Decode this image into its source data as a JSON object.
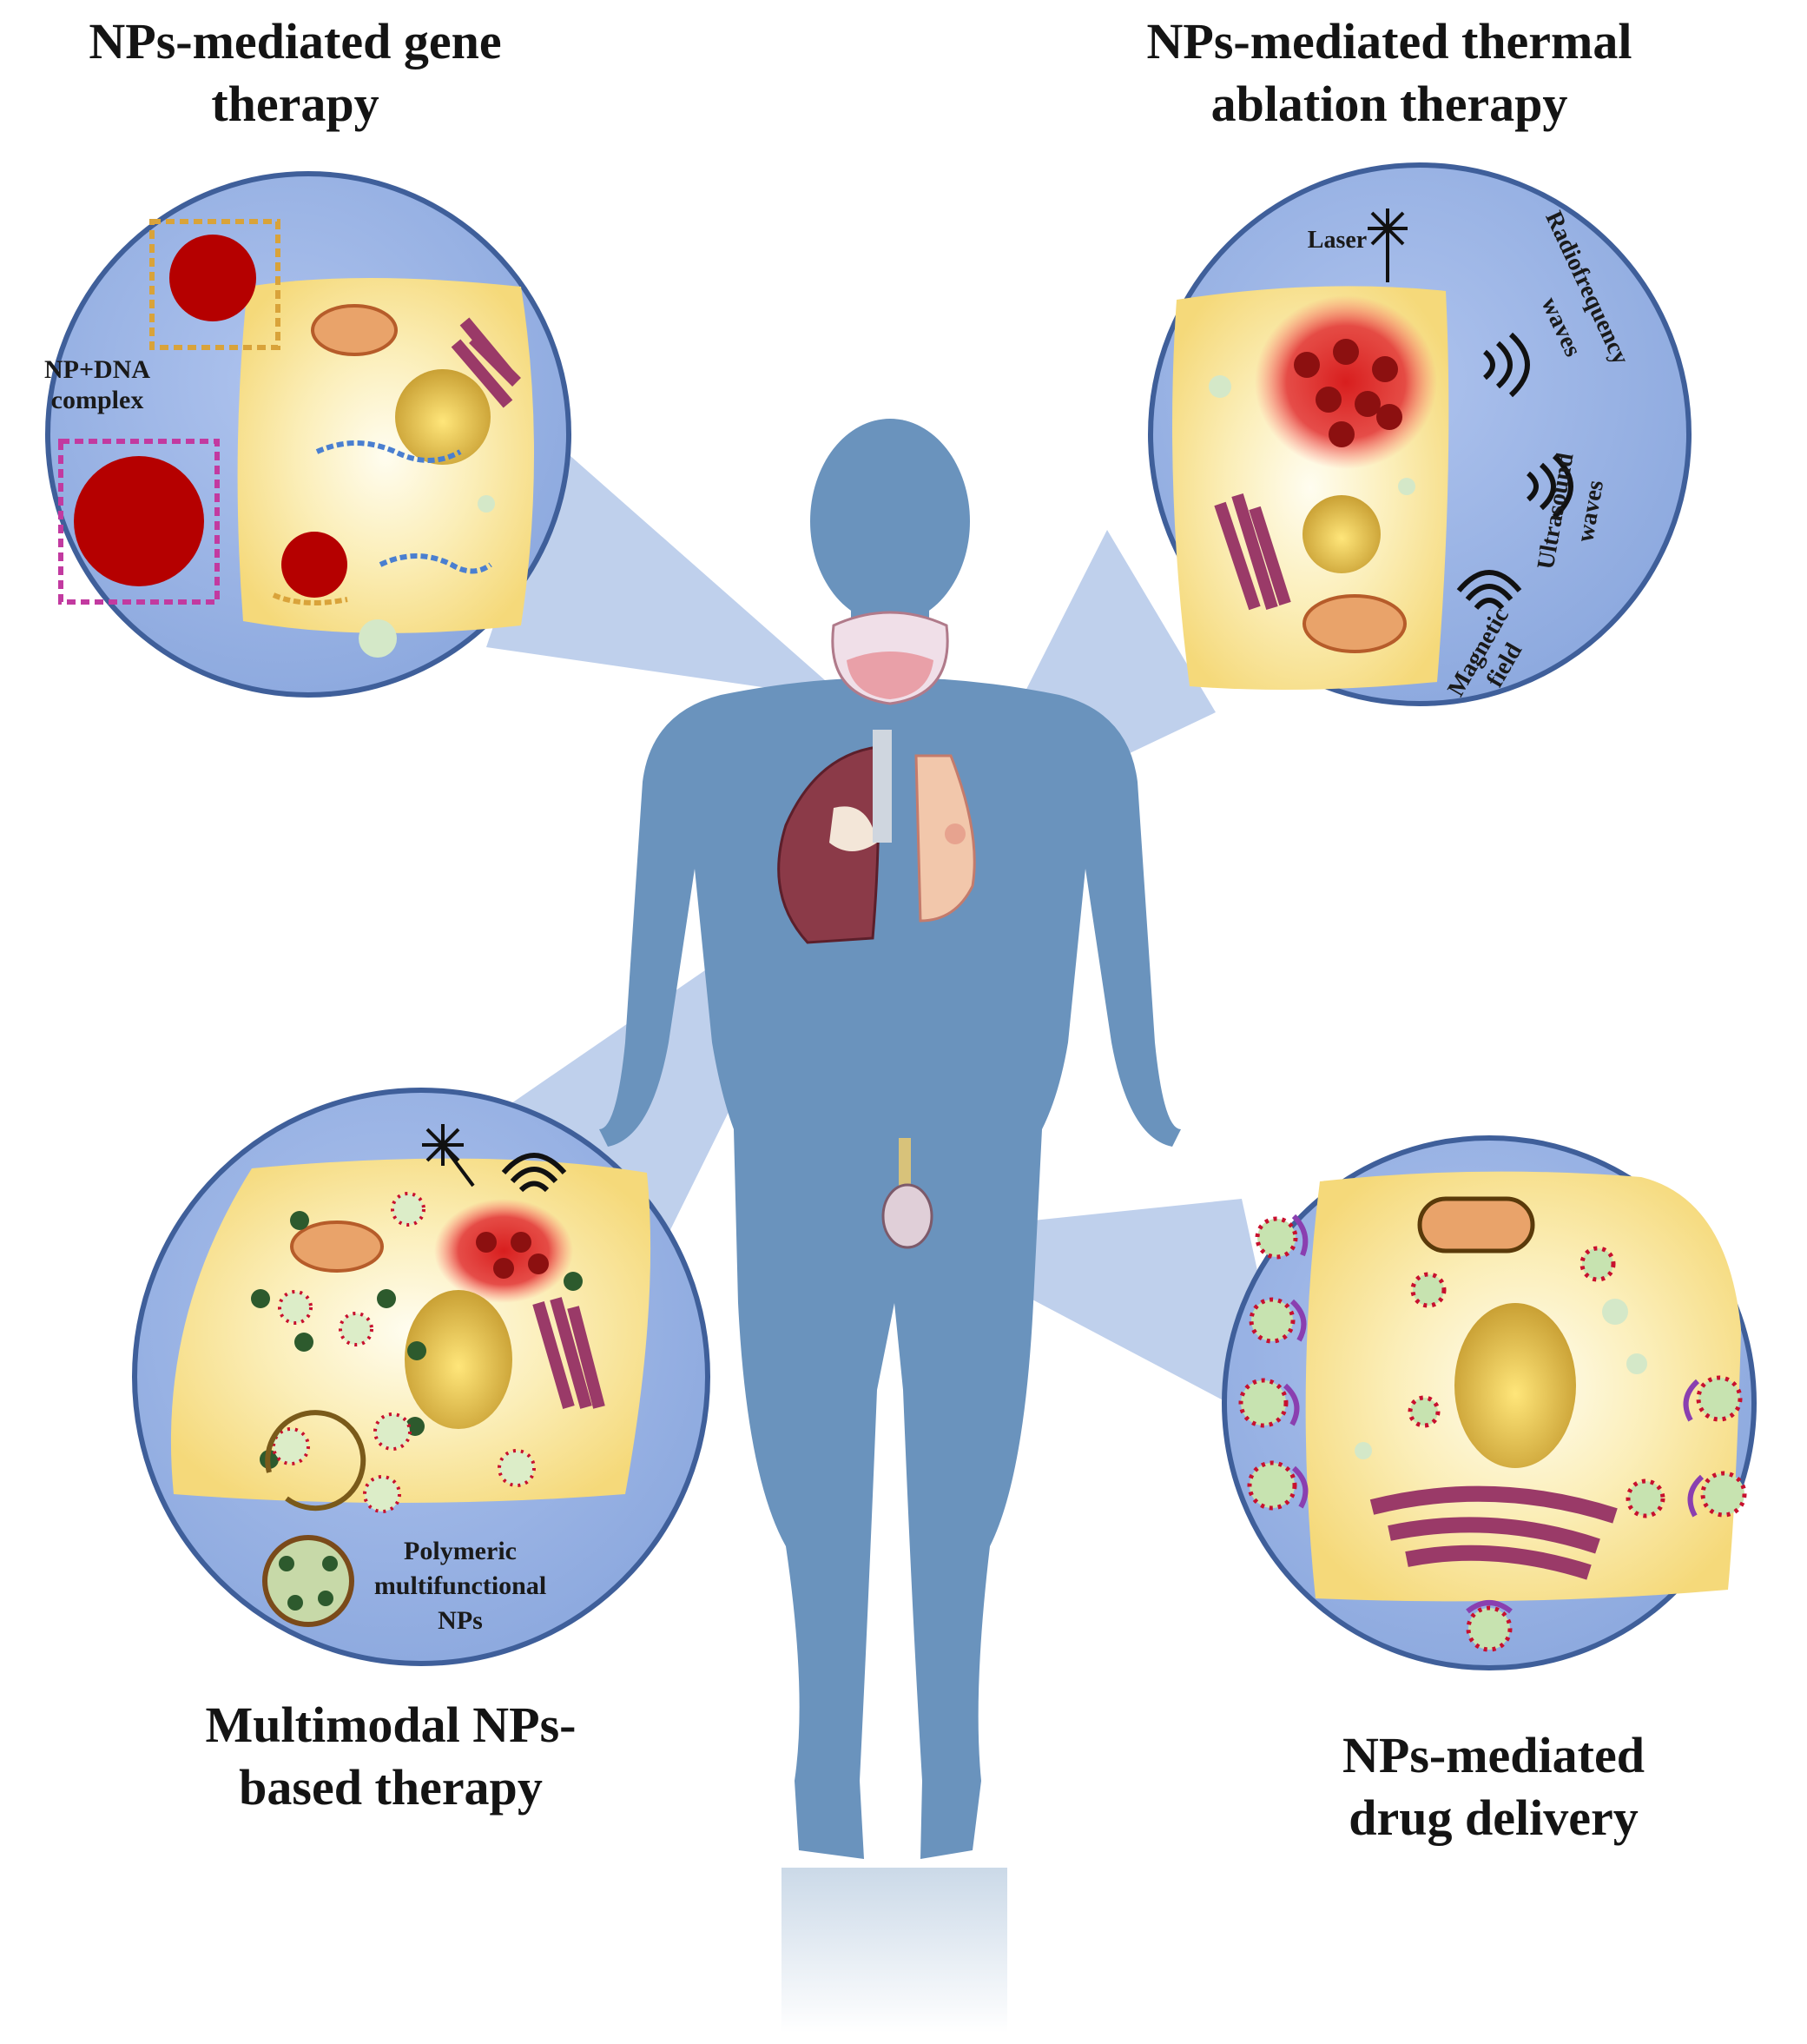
{
  "titles": {
    "gene": "NPs-mediated gene\ntherapy",
    "thermal": "NPs-mediated thermal\nablation therapy",
    "multimodal": "Multimodal NPs-\nbased therapy",
    "drug": "NPs-mediated\ndrug delivery"
  },
  "gene_panel": {
    "complex_line1": "NP+DNA",
    "complex_line2": "complex"
  },
  "thermal_panel": {
    "laser": "Laser",
    "rf_line1": "Radiofrequency",
    "rf_line2": "waves",
    "us_line1": "Ultrasound",
    "us_line2": "waves",
    "mag_line1": "Magnetic",
    "mag_line2": "field"
  },
  "multimodal_panel": {
    "poly_line1": "Polymeric",
    "poly_line2": "multifunctional",
    "poly_line3": "NPs"
  },
  "colors": {
    "body": "#6a93bd",
    "circle": "#9fb8e6",
    "cell": "#f7df8a",
    "nanoparticle": "#b50000",
    "nucleus": "#d7b23f"
  }
}
